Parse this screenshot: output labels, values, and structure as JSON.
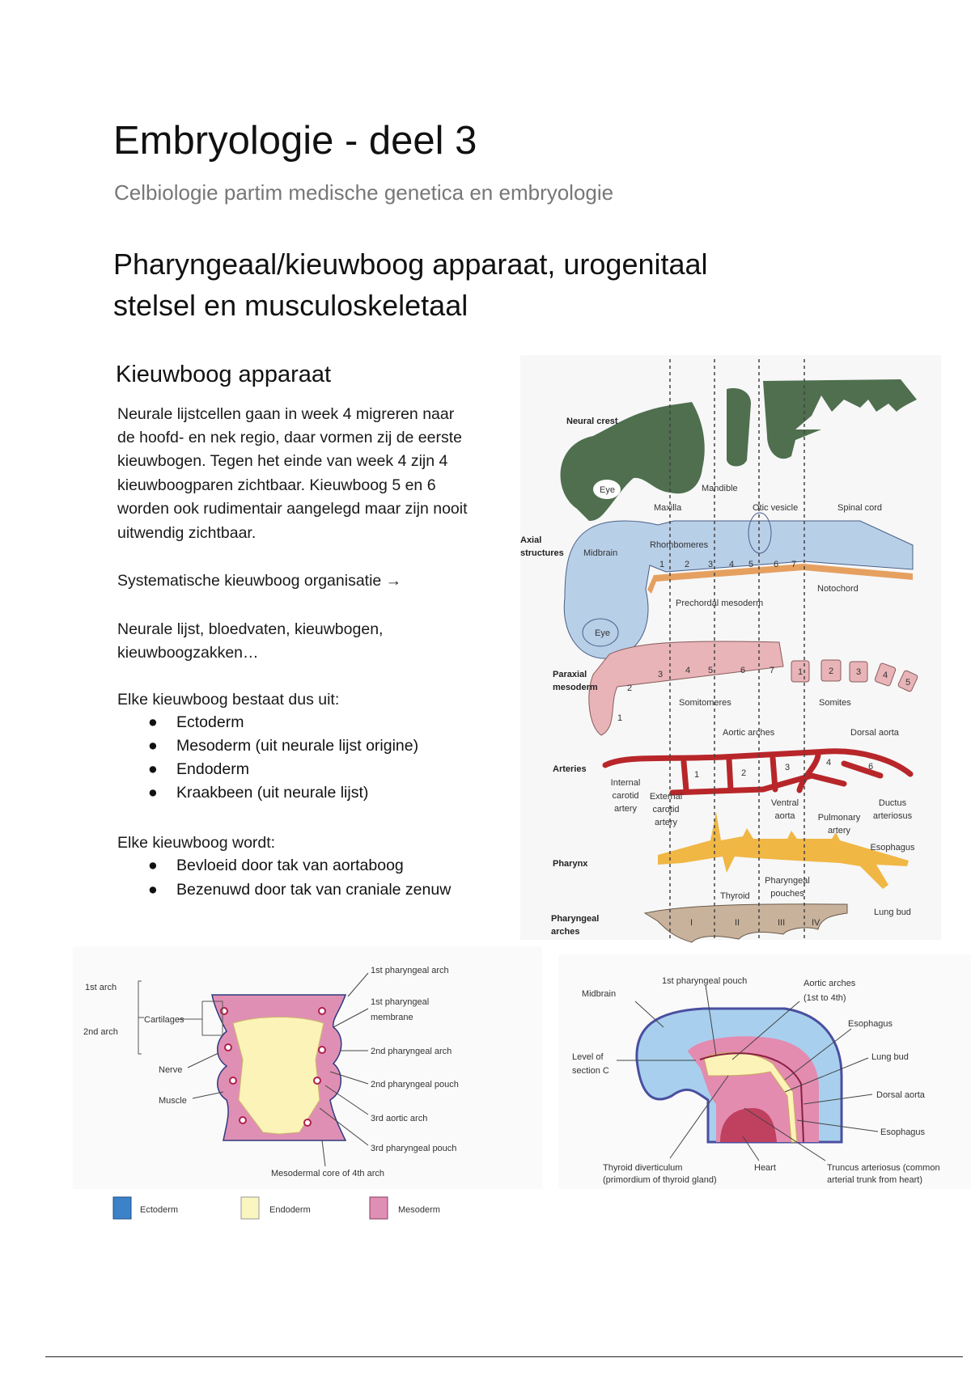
{
  "doc": {
    "title": "Embryologie - deel 3",
    "subtitle": "Celbiologie partim medische genetica en embryologie",
    "heading1": [
      "Pharyngeaal/kieuwboog apparaat, urogenitaal",
      "stelsel en musculoskeletaal"
    ],
    "heading2": "Kieuwboog apparaat",
    "paragraph_lines": [
      "Neurale lijstcellen gaan in week 4 migreren naar",
      "de hoofd- en nek regio, daar vormen zij de eerste",
      "kieuwbogen. Tegen het einde van week 4 zijn 4",
      "kieuwboogparen zichtbaar. Kieuwboog 5 en 6",
      "worden ook rudimentair aangelegd maar zijn nooit",
      "uitwendig zichtbaar."
    ],
    "systematic": "Systematische kieuwboog organisatie →",
    "components_lines": [
      "Neurale lijst, bloedvaten, kieuwbogen,",
      "kieuwboogzakken…"
    ],
    "consists_heading": "Elke kieuwboog bestaat dus uit:",
    "consists_items": [
      "Ectoderm",
      "Mesoderm (uit neurale lijst origine)",
      "Endoderm",
      "Kraakbeen (uit neurale lijst)"
    ],
    "supplied_heading": "Elke kieuwboog wordt:",
    "supplied_items": [
      "Bevloeid door tak van aortaboog",
      "Bezenuwd door tak van craniale zenuw"
    ],
    "bullet": "●"
  },
  "fig1": {
    "neural_crest": "Neural crest",
    "eye": "Eye",
    "maxilla": "Maxilla",
    "mandible": "Mandible",
    "otic_vesicle": "Otic vesicle",
    "spinal_cord": "Spinal cord",
    "axial": [
      "Axial",
      "structures"
    ],
    "midbrain": "Midbrain",
    "rhombomeres": "Rhombomeres",
    "rhombomere_numbers": [
      "1",
      "2",
      "3",
      "4",
      "5",
      "6",
      "7"
    ],
    "notochord": "Notochord",
    "prechordal": "Prechordal mesoderm",
    "paraxial": [
      "Paraxial",
      "mesoderm"
    ],
    "somitomere_numbers": [
      "1",
      "2",
      "3",
      "4",
      "5",
      "6",
      "7"
    ],
    "somite_numbers": [
      "1",
      "2",
      "3",
      "4",
      "5"
    ],
    "somitomeres": "Somitomeres",
    "somites": "Somites",
    "aortic_arches": "Aortic arches",
    "dorsal_aorta": "Dorsal aorta",
    "arteries": "Arteries",
    "arch_numbers": [
      "1",
      "2",
      "3",
      "4",
      "6"
    ],
    "internal_carotid": [
      "Internal",
      "carotid",
      "artery"
    ],
    "external_carotid": [
      "External",
      "carotid",
      "artery"
    ],
    "ventral_aorta": [
      "Ventral",
      "aorta"
    ],
    "pulmonary": [
      "Pulmonary",
      "artery"
    ],
    "ductus": [
      "Ductus",
      "arteriosus"
    ],
    "pharynx": "Pharynx",
    "esophagus": "Esophagus",
    "thyroid": "Thyroid",
    "pouches": [
      "Pharyngeal",
      "pouches"
    ],
    "lung_bud": "Lung bud",
    "pharyngeal_arches": [
      "Pharyngeal",
      "arches"
    ],
    "roman": [
      "I",
      "II",
      "III",
      "IV"
    ]
  },
  "fig2": {
    "first_arch": "1st arch",
    "second_arch": "2nd arch",
    "cartilages": "Cartilages",
    "nerve": "Nerve",
    "muscle": "Muscle",
    "right_labels": [
      "1st pharyngeal arch",
      "1st pharyngeal",
      "membrane",
      "2nd pharyngeal arch",
      "2nd pharyngeal pouch",
      "3rd aortic arch",
      "3rd pharyngeal pouch"
    ],
    "core": "Mesodermal core of 4th arch",
    "legend": [
      {
        "label": "Ectoderm",
        "color": "#3b82c8"
      },
      {
        "label": "Endoderm",
        "color": "#fbf6c0"
      },
      {
        "label": "Mesoderm",
        "color": "#e08fb4"
      }
    ]
  },
  "fig3": {
    "midbrain": "Midbrain",
    "pouch": "1st pharyngeal pouch",
    "aortic": [
      "Aortic arches",
      "(1st to 4th)"
    ],
    "esophagus": "Esophagus",
    "lung_bud": "Lung bud",
    "level": [
      "Level of",
      "section C"
    ],
    "dorsal_aorta": "Dorsal aorta",
    "esophagus2": "Esophagus",
    "thyroid": [
      "Thyroid diverticulum",
      "(primordium of thyroid gland)"
    ],
    "heart": "Heart",
    "truncus": [
      "Truncus arteriosus (common",
      "arterial trunk from heart)"
    ]
  }
}
